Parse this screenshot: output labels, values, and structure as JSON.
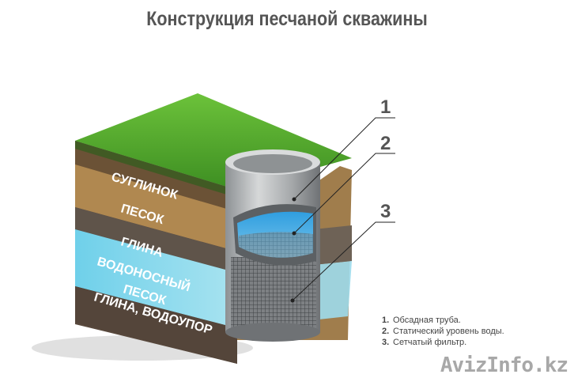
{
  "title": "Конструкция песчаной скважины",
  "layers": [
    {
      "label": "СУГЛИНОК",
      "color": "#6b5236"
    },
    {
      "label": "ПЕСОК",
      "color": "#b08850"
    },
    {
      "label": "ГЛИНА",
      "color": "#5f544a"
    },
    {
      "label": "ВОДОНОСНЫЙ",
      "color": "#8fd3e6"
    },
    {
      "label": "ПЕСОК",
      "color": "#8fd3e6"
    },
    {
      "label": "ГЛИНА, ВОДОУПОР",
      "color": "#5a4a3e"
    }
  ],
  "callouts": [
    {
      "number": "1"
    },
    {
      "number": "2"
    },
    {
      "number": "3"
    }
  ],
  "legend": [
    {
      "number": "1.",
      "text": "Обсадная труба."
    },
    {
      "number": "2.",
      "text": "Статический уровень воды."
    },
    {
      "number": "3.",
      "text": "Сетчатый фильтр."
    }
  ],
  "watermark": "AvizInfo.kz",
  "colors": {
    "grass": "#4fa52a",
    "grass_dark": "#2f7a1c",
    "pipe": "#b9bcbe",
    "water": "#3aa9dd",
    "title": "#555555"
  }
}
